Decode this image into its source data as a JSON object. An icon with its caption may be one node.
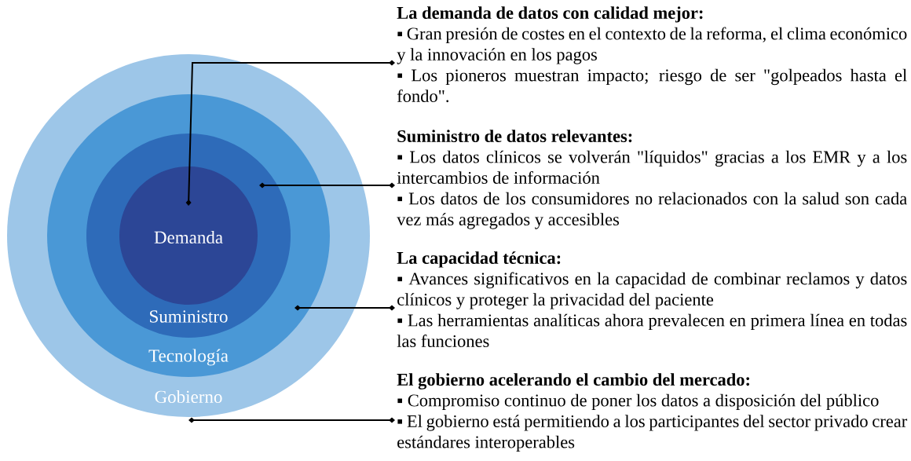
{
  "diagram": {
    "nodes": [
      {
        "text": [
          "Gobierno"
        ]
      },
      {
        "text": [
          "Tecnología"
        ],
        "in": 0
      },
      {
        "text": [
          "Suministro"
        ],
        "in": 1
      },
      {
        "text": [
          "Demanda"
        ],
        "in": 2
      },
      {
        "text": [
          "La demanda de datos con calidad mejor:",
          "▪ Gran presión de costes en el contexto de la reforma, el clima económico y la innovación en los pagos",
          "▪ Los pioneros muestran impacto; riesgo de ser \"golpeados hasta el fondo\"."
        ]
      },
      {
        "text": [
          "Suministro de datos relevantes:",
          "▪ Los datos clínicos se volverán \"líquidos\" gracias a los EMR y a los intercambios de información",
          "▪ Los datos de los consumidores no relacionados con la salud son cada vez más agregados y accesibles"
        ]
      },
      {
        "text": [
          "La capacidad técnica:",
          "▪ Avances significativos en la capacidad de combinar reclamos y datos clínicos y proteger la privacidad del paciente",
          "▪ Las herramientas analíticas ahora prevalecen en primera línea en todas las funciones"
        ]
      },
      {
        "text": [
          "El gobierno acelerando el cambio del mercado:",
          "▪ Compromiso continuo de poner los datos a disposición del público",
          "▪ El gobierno está permitiendo a los participantes del sector privado crear estándares interoperables"
        ]
      }
    ],
    "edges": [
      {
        "from": 4,
        "to": 3,
        "arrow": "other"
      },
      {
        "from": 5,
        "to": 2,
        "arrow": "other"
      },
      {
        "from": 6,
        "to": 1,
        "arrow": "other"
      },
      {
        "from": 7,
        "to": 0,
        "arrow": "other"
      }
    ]
  }
}
